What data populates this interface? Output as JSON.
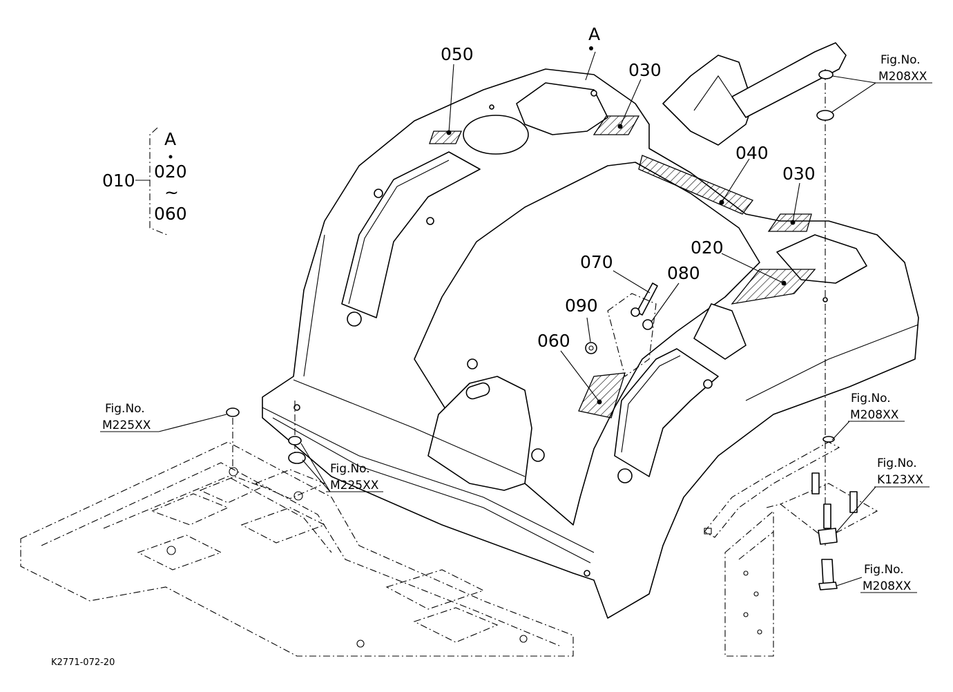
{
  "callouts": {
    "c010": "010",
    "a_top": "A",
    "c020_list": "020",
    "tilde": "~",
    "c060_list": "060",
    "a_main": "A",
    "c050": "050",
    "c030_top": "030",
    "c040": "040",
    "c030_right": "030",
    "c020": "020",
    "c070": "070",
    "c080": "080",
    "c090": "090",
    "c060": "060"
  },
  "fig_refs": [
    {
      "label": "Fig.No.",
      "code": "M208XX"
    },
    {
      "label": "Fig.No.",
      "code": "M225XX"
    },
    {
      "label": "Fig.No.",
      "code": "M225XX"
    },
    {
      "label": "Fig.No.",
      "code": "M208XX"
    },
    {
      "label": "Fig.No.",
      "code": "K123XX"
    },
    {
      "label": "Fig.No.",
      "code": "M208XX"
    }
  ],
  "drawing_number": "K2771-072-20"
}
